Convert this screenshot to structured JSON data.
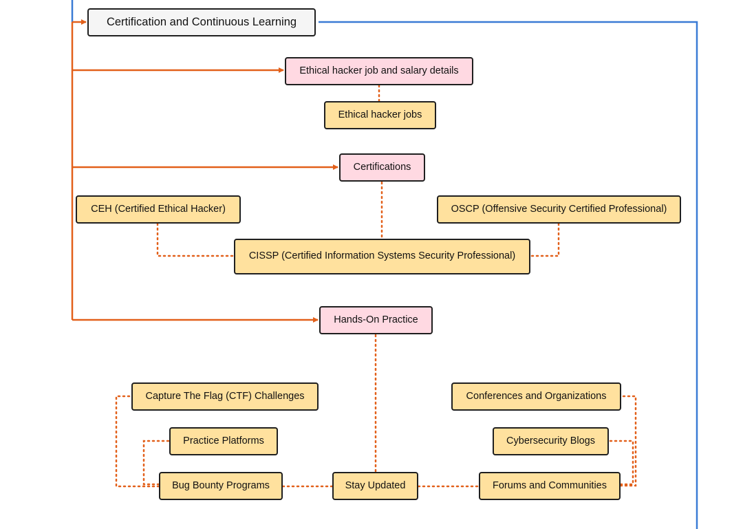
{
  "colors": {
    "orange_connector": "#e2601a",
    "blue_connector": "#3a7bd5",
    "root_fill": "#f5f5f5",
    "hub_fill": "#ffd9e2",
    "leaf_fill": "#ffe19e",
    "node_border": "#1f1f1f"
  },
  "diagram": {
    "root": "Certification and Continuous Learning",
    "jobs_section": {
      "hub": "Ethical hacker job and salary details",
      "items": [
        "Ethical hacker jobs"
      ]
    },
    "certifications_section": {
      "hub": "Certifications",
      "items": [
        "CEH (Certified Ethical Hacker)",
        "OSCP (Offensive Security Certified Professional)",
        "CISSP (Certified Information Systems Security Professional)"
      ]
    },
    "practice_section": {
      "hub": "Hands-On Practice",
      "items": [
        "Capture The Flag (CTF) Challenges",
        "Practice Platforms",
        "Bug Bounty Programs",
        "Stay Updated",
        "Conferences and Organizations",
        "Cybersecurity Blogs",
        "Forums and Communities"
      ]
    }
  }
}
